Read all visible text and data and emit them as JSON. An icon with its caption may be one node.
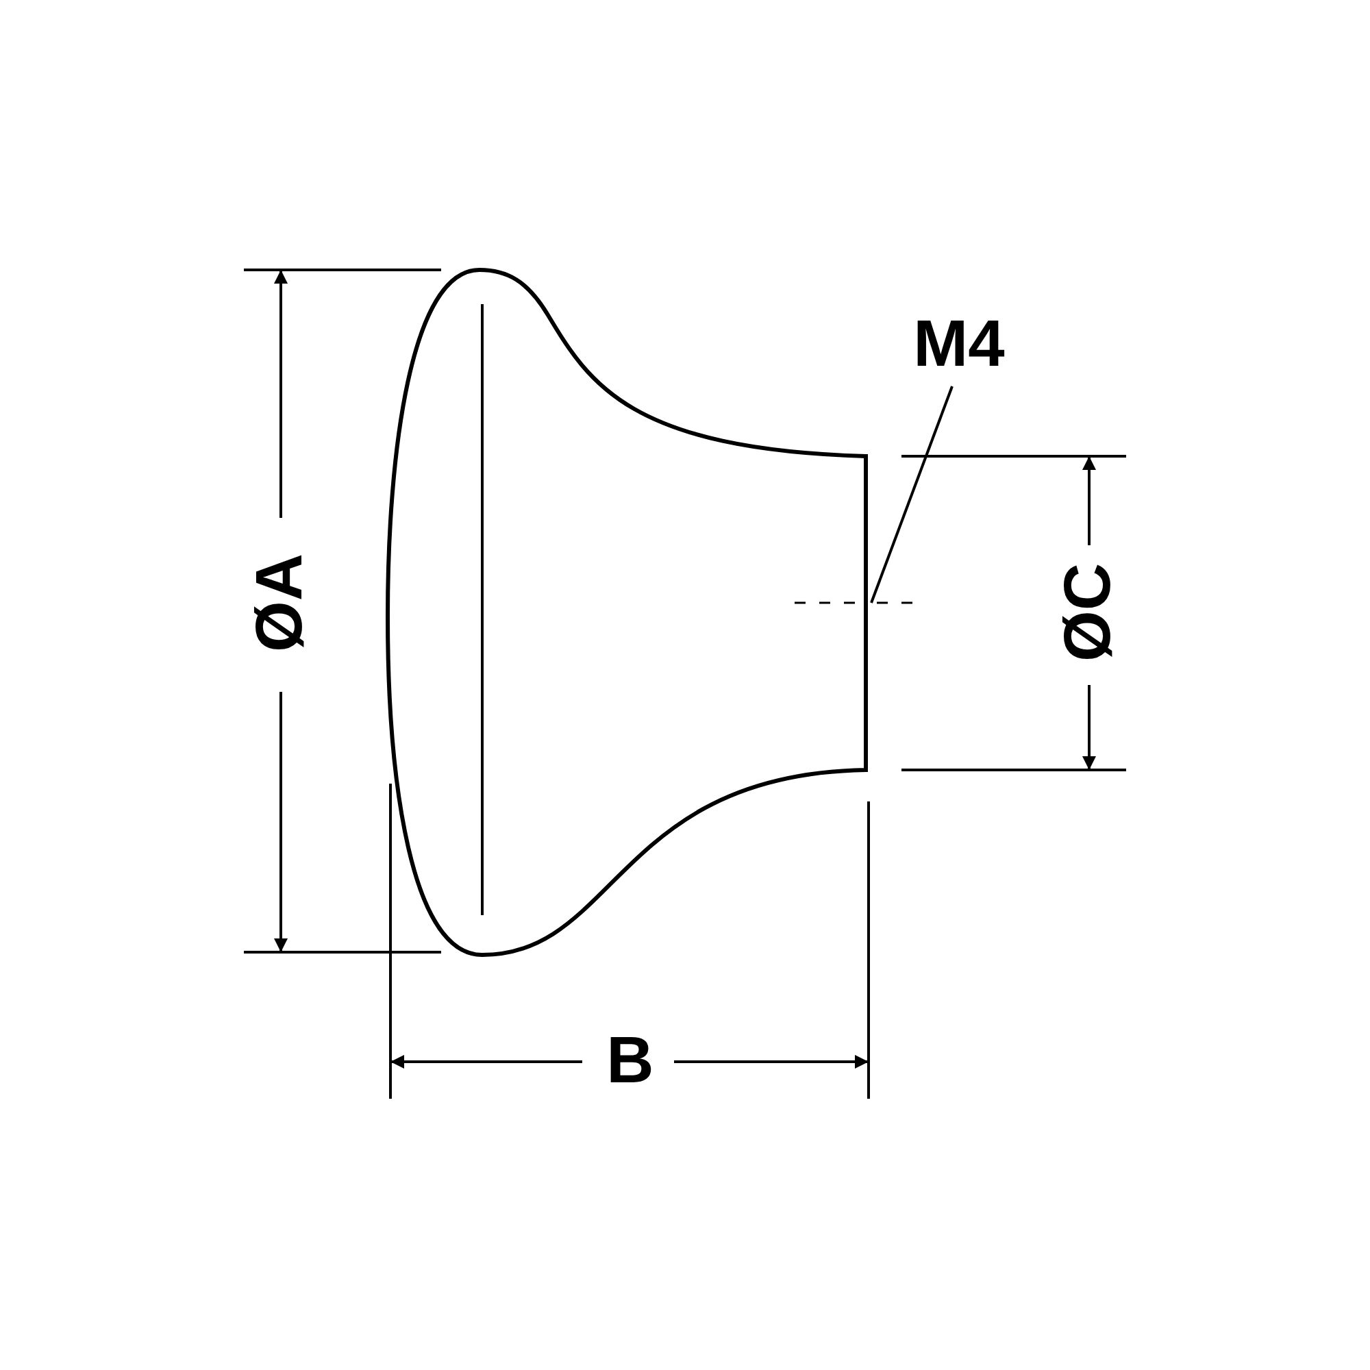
{
  "diagram": {
    "nodes": [
      {
        "text": [
          "M4"
        ]
      },
      {
        "text": [],
        "shape": "picture"
      }
    ],
    "edges": [
      {
        "from": 0,
        "to": 1,
        "arrow": "none"
      }
    ],
    "labels": [
      "ØA",
      "B",
      "ØC"
    ]
  }
}
